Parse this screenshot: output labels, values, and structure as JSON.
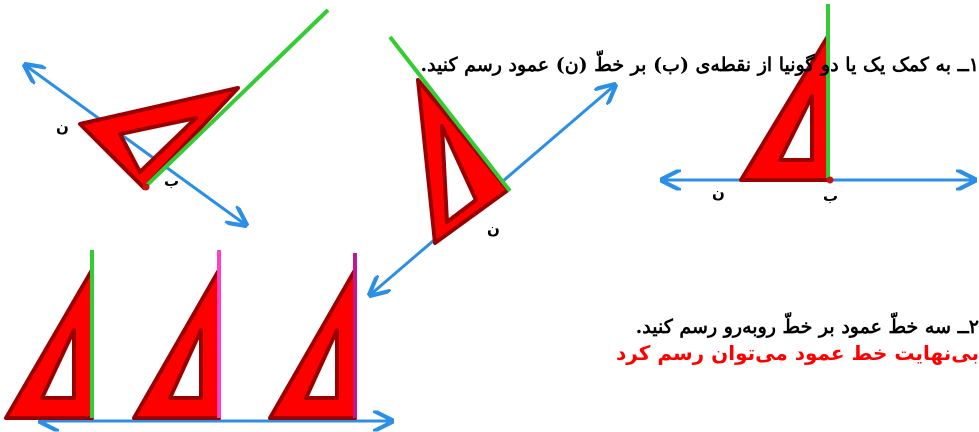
{
  "question1": "۱ــ به کمک یک یا دو گونیا از نقطه‌ی (ب) بر خطّ (ن) عمود رسم کنید.",
  "question2": "۲ــ سه خطّ عمود بر خطّ روبه‌رو رسم کنید.",
  "answer": "بی‌نهایت خط عمود می‌توان رسم کرد",
  "labels": {
    "line_n": "ن",
    "point_b": "ب"
  },
  "colors": {
    "triangle_fill": "#ff0000",
    "triangle_border": "#9b0000",
    "ruler_green": "#33cc33",
    "ruler_pink": "#ff3fc3",
    "ruler_magenta": "#c2188b",
    "axis_blue": "#2b8fe6",
    "answer_text": "#ff0000"
  }
}
